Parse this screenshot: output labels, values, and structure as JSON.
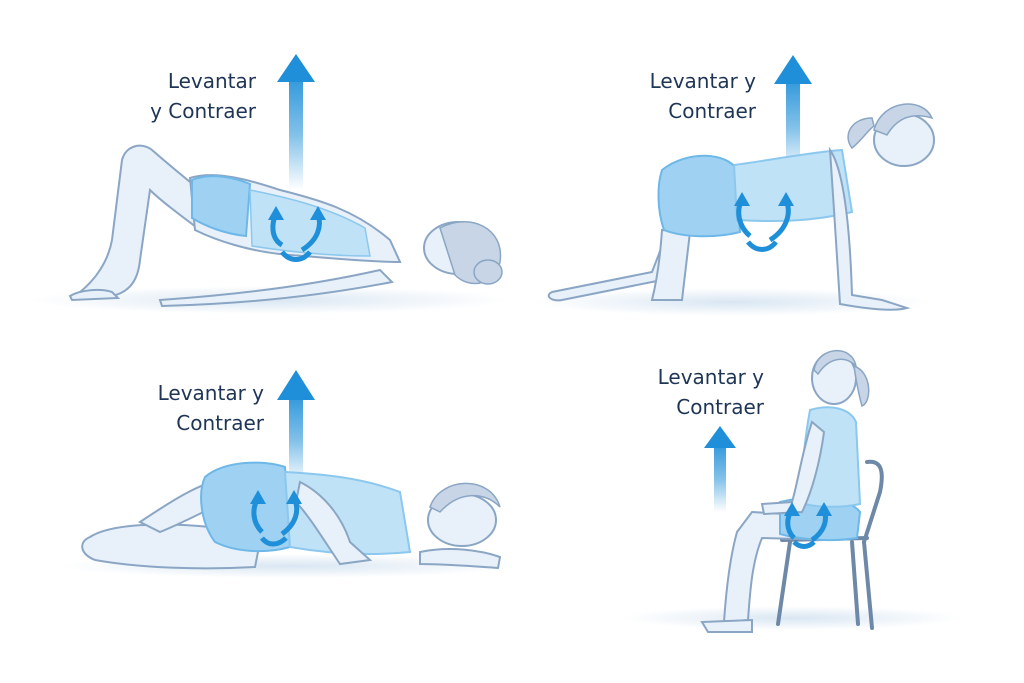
{
  "exercises": [
    {
      "line1": "Levantar",
      "line2": "y Contraer"
    },
    {
      "line1": "Levantar y",
      "line2": "Contraer"
    },
    {
      "line1": "Levantar y",
      "line2": "Contraer"
    },
    {
      "line1": "Levantar y",
      "line2": "Contraer"
    }
  ],
  "colors": {
    "skin": "#e8f1fa",
    "outline": "#8aa6c4",
    "garment": "#9fd1f2",
    "garment_dark": "#6db8e8",
    "arrow": "#1e8fd8",
    "text": "#1f3556",
    "hair": "#b9c8dc"
  },
  "icons": [
    "up-arrow-icon",
    "circular-arrows-icon"
  ]
}
